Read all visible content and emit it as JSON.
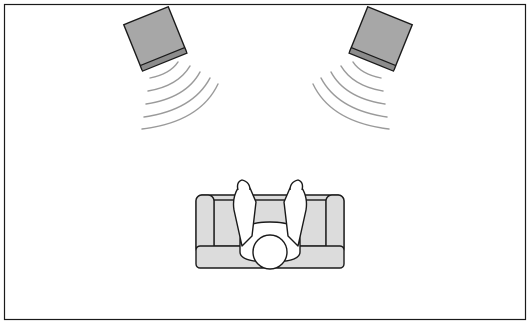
{
  "diagram": {
    "type": "stereo-listening-position",
    "speakers": [
      {
        "id": "left",
        "icon": "speaker-icon"
      },
      {
        "id": "right",
        "icon": "speaker-icon"
      }
    ],
    "sound_wave_arcs_per_speaker": 5,
    "listener": {
      "icon": "person-top-view-icon",
      "seat": "sofa-icon"
    },
    "colors": {
      "background": "#ffffff",
      "outline": "#1a1a1a",
      "speaker_fill": "#a7a7a7",
      "speaker_base": "#8c8c8c",
      "wave_stroke": "#9a9a9a",
      "sofa_fill": "#dcdcdc",
      "person_fill": "#ffffff"
    }
  }
}
